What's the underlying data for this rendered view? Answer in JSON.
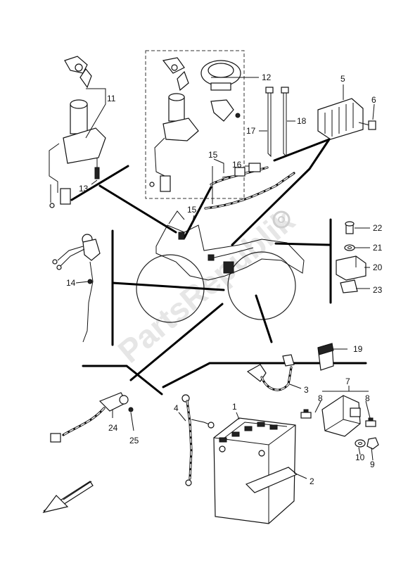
{
  "watermark": "PartsRepublik",
  "callouts": {
    "p1": "1",
    "p2": "2",
    "p3": "3",
    "p4": "4",
    "p5": "5",
    "p6": "6",
    "p7": "7",
    "p8a": "8",
    "p8b": "8",
    "p9": "9",
    "p10": "10",
    "p11": "11",
    "p12": "12",
    "p13": "13",
    "p14": "14",
    "p15a": "15",
    "p15b": "15",
    "p16": "16",
    "p17": "17",
    "p18": "18",
    "p19": "19",
    "p20": "20",
    "p21": "21",
    "p22": "22",
    "p23": "23",
    "p24": "24",
    "p25": "25"
  }
}
